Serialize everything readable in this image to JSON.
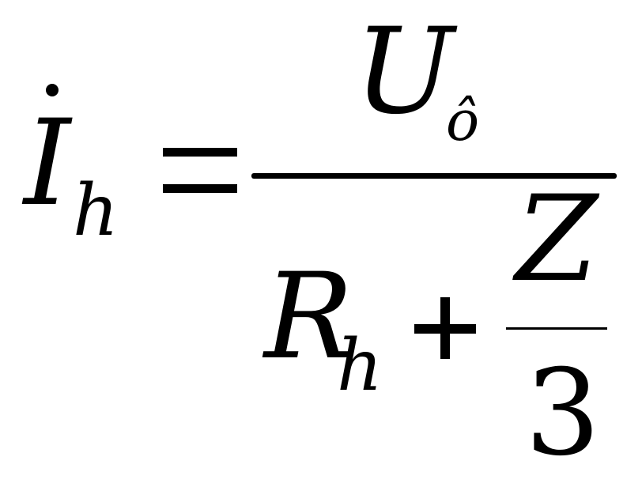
{
  "formula": {
    "lhs": {
      "symbol": "I",
      "subscript": "h"
    },
    "equals": "=",
    "numerator": {
      "symbol": "U",
      "subscript": "ô"
    },
    "denominator": {
      "term": "R",
      "term_subscript": "h",
      "operator": "+",
      "fraction": {
        "numerator": "Z",
        "denominator": "3"
      }
    }
  }
}
